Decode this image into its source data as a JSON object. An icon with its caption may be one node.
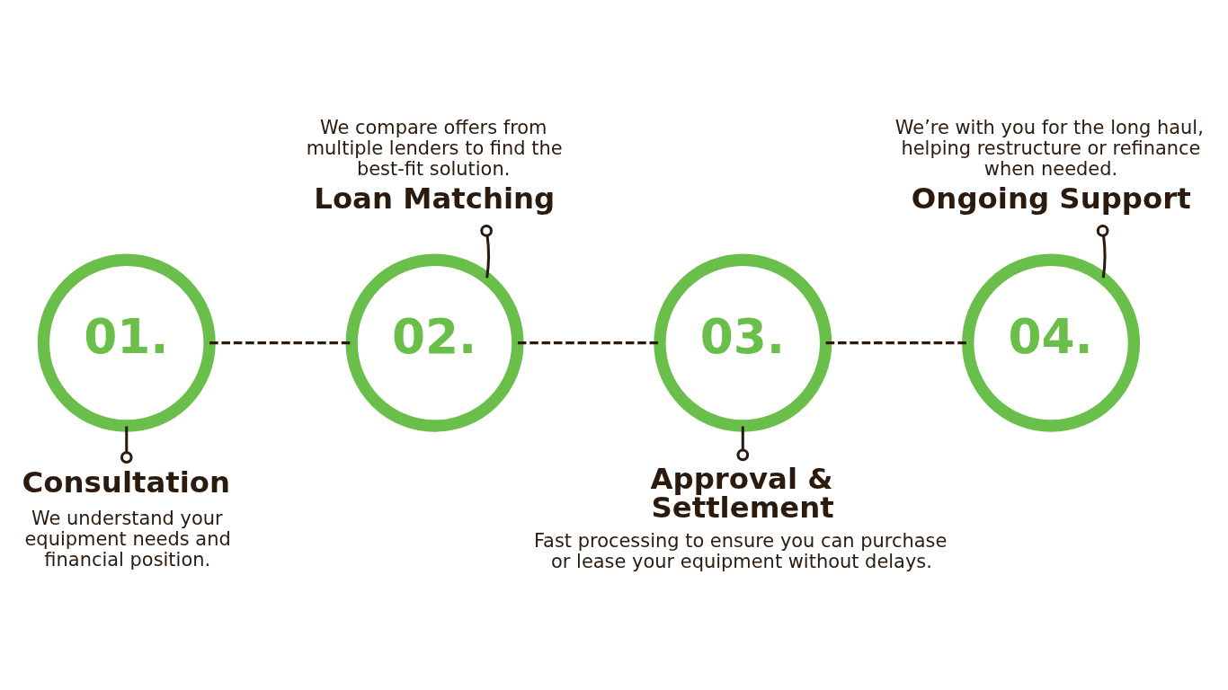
{
  "diagram": {
    "nodes": [
      {
        "text": [
          "01."
        ]
      },
      {
        "text": [
          "Consultation",
          "We understand your equipment needs and financial position."
        ]
      },
      {
        "text": [
          "02."
        ]
      },
      {
        "text": [
          "We compare offers from multiple lenders to find the best-fit solution.",
          "Loan Matching"
        ]
      },
      {
        "text": [
          "03."
        ]
      },
      {
        "text": [
          "Approval & Settlement",
          "Fast processing to ensure you can purchase or lease your equipment without delays."
        ]
      },
      {
        "text": [
          "04."
        ]
      },
      {
        "text": [
          "We’re with you for the long haul, helping restructure or refinance when needed.",
          "Ongoing Support"
        ]
      }
    ],
    "edges": [
      {
        "from": 0,
        "to": 1,
        "arrow": "other"
      },
      {
        "from": 0,
        "to": 2,
        "arrow": "none",
        "style": "dashed"
      },
      {
        "from": 2,
        "to": 3,
        "arrow": "other"
      },
      {
        "from": 2,
        "to": 4,
        "arrow": "none",
        "style": "dashed"
      },
      {
        "from": 4,
        "to": 5,
        "arrow": "other"
      },
      {
        "from": 4,
        "to": 6,
        "arrow": "none",
        "style": "dashed"
      },
      {
        "from": 6,
        "to": 7,
        "arrow": "other"
      }
    ]
  }
}
